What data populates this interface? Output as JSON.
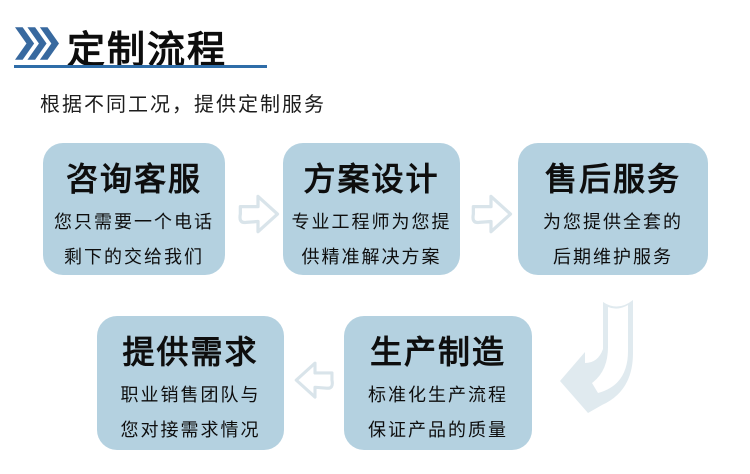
{
  "header": {
    "title": "定制流程",
    "subtitle": "根据不同工况，提供定制服务"
  },
  "flow": {
    "steps": [
      {
        "id": "consult",
        "title": "咨询客服",
        "line1": "您只需要一个电话",
        "line2": "剩下的交给我们"
      },
      {
        "id": "design",
        "title": "方案设计",
        "line1": "专业工程师为您提",
        "line2": "供精准解决方案"
      },
      {
        "id": "aftersales",
        "title": "售后服务",
        "line1": "为您提供全套的",
        "line2": "后期维护服务"
      },
      {
        "id": "requirements",
        "title": "提供需求",
        "line1": "职业销售团队与",
        "line2": "您对接需求情况"
      },
      {
        "id": "production",
        "title": "生产制造",
        "line1": "标准化生产流程",
        "line2": "保证产品的质量"
      }
    ],
    "arrows": [
      {
        "from": "consult",
        "to": "design",
        "direction": "right"
      },
      {
        "from": "design",
        "to": "aftersales",
        "direction": "right"
      },
      {
        "from": "aftersales",
        "to": "production",
        "direction": "down-left"
      },
      {
        "from": "production",
        "to": "requirements",
        "direction": "left"
      }
    ]
  },
  "colors": {
    "chevron_blue": "#38699f",
    "underline_blue": "#2f6da8",
    "box_fill": "#b4d1e0",
    "arrow_outline": "#d9e4ea",
    "bent_arrow_fill": "#e0eaef"
  }
}
